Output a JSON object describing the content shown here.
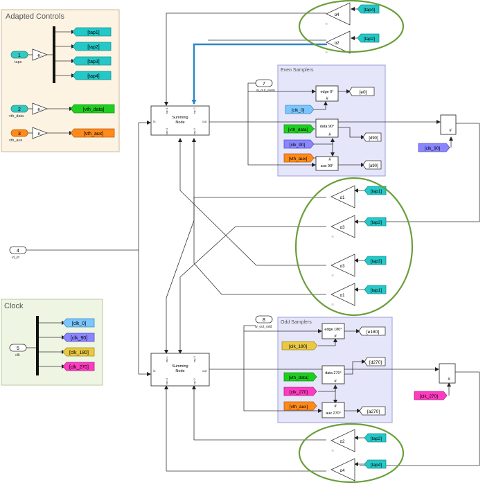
{
  "colors": {
    "goto_cyan": "#25c8c8",
    "goto_green": "#1fcf1f",
    "goto_orange": "#ff8a1a",
    "goto_lightblue": "#7cc6ff",
    "goto_violet": "#8a86ff",
    "goto_yellow": "#e8c844",
    "goto_magenta": "#ff3cc0",
    "inport_fill": "#36c8c0",
    "panel_adapted": "#fdf3e3",
    "panel_clock": "#eef5e3",
    "subsys_fill": "#e6e6fb",
    "ellipse": "#6a9e3a",
    "highlight": "#2a86c8"
  },
  "panels": {
    "adapted": "Adapted Controls",
    "clock": "Clock",
    "even": "Even Samplers",
    "odd": "Odd Samplers"
  },
  "inports": {
    "taps": {
      "num": "1",
      "label": "taps"
    },
    "vth_data": {
      "num": "2",
      "label": "vth_data"
    },
    "vth_aux": {
      "num": "3",
      "label": "vth_aux"
    },
    "vi_in": {
      "num": "4",
      "label": "vi_in"
    },
    "clk": {
      "num": "5",
      "label": "clk"
    }
  },
  "gain_k": "-K-",
  "tags": {
    "tap1": "[tap1]",
    "tap2": "[tap2]",
    "tap3": "[tap3]",
    "tap4": "[tap4]",
    "vth_data": "[vth_data]",
    "vth_aux": "[vth_aux]",
    "clk_0": "[clk_0]",
    "clk_90": "[clk_90]",
    "clk_180": "[clk_180]",
    "clk_270": "[clk_270]",
    "e0": "[e0]",
    "d90": "[d90]",
    "a90": "[a90]",
    "e180": "[e180]",
    "d270": "[d270]",
    "a270": "[a270]"
  },
  "summing": {
    "label_top": "Summing",
    "label_bottom": "Node",
    "port_in": "in",
    "port_out": "out",
    "tap1": "tap 1",
    "tap2": "tap 2",
    "tap3": "tap 3",
    "tap4": "tap 4"
  },
  "samplers": {
    "edge0": "edge 0°",
    "data90": "data 90°",
    "aux90": "aux 90°",
    "edge180": "edge 180°",
    "data270": "data 270°",
    "aux270": "aux 270°"
  },
  "outports": {
    "even": {
      "num": "7",
      "label": "w_out_even"
    },
    "odd": {
      "num": "8",
      "label": "w_out_odd"
    }
  },
  "alphas": [
    "α1",
    "α2",
    "α3",
    "α4"
  ]
}
